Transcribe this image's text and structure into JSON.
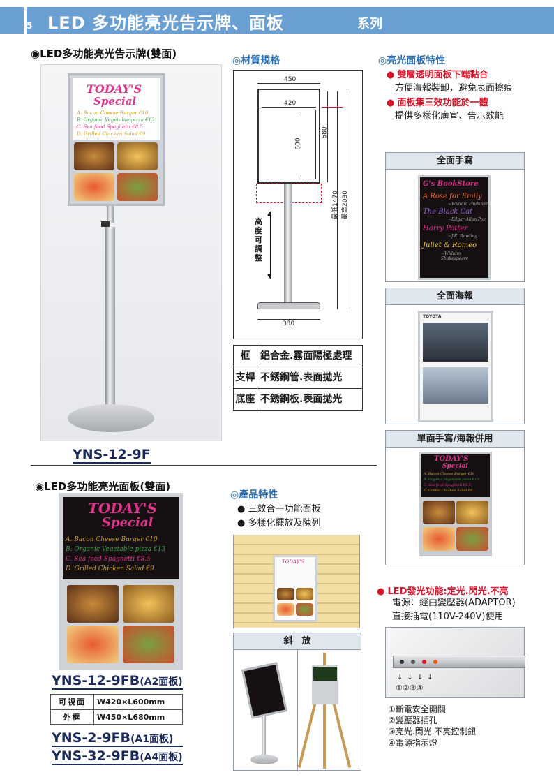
{
  "header": {
    "page_number": "5",
    "title": "LED 多功能亮光告示牌、面板",
    "series": "系列"
  },
  "sign_section": {
    "title": "◉LED多功能亮光告示牌(雙面)",
    "model": "YNS-12-9F",
    "board_lines": [
      "TODAY'S",
      "Special",
      "A. Bacon Cheese Burger €10",
      "B. Organic Vegetable pizza €13",
      "C. Sea food Spaghetti €8.5",
      "D. Grilled Chicken Salad €9"
    ]
  },
  "material": {
    "title": "◎材質規格",
    "dims": {
      "w_outer": "450",
      "w_inner": "420",
      "h_inner": "600",
      "h_outer": "680",
      "h_min": "最低1470",
      "h_max": "最高2030",
      "base_w": "330",
      "adjust": "高度可調整"
    },
    "rows": [
      {
        "key": "框",
        "value": "鋁合金.霧面陽極處理"
      },
      {
        "key": "支桿",
        "value": "不銹鋼管.表面拋光"
      },
      {
        "key": "底座",
        "value": "不銹鋼板.表面拋光"
      }
    ]
  },
  "features": {
    "title": "◎亮光面板特性",
    "items": [
      {
        "bold": "雙層透明面板下端黏合",
        "rest": "方便海報裝卸，避免表面擦痕"
      },
      {
        "bold": "面板集三效功能於一體",
        "rest": "提供多樣化廣宣、告示效能"
      }
    ]
  },
  "panels": {
    "handwrite": "全面手寫",
    "poster": "全面海報",
    "combo": "單面手寫/海報併用",
    "books": [
      "G's BookStore",
      "A Rose for Emily",
      "~William Faulkner",
      "The Black Cat",
      "~Edgar Allan Poe",
      "Harry Potter",
      "~J.K. Rowling",
      "Juliet & Romeo",
      "~William Shakespeare"
    ],
    "poster_brand": "TOYOTA"
  },
  "panel_section": {
    "title": "◉LED多功能亮光面板(雙面)",
    "model_main": "YNS-12-9FB",
    "model_main_sub": "(A2面板)",
    "spec": [
      {
        "key": "可視面",
        "value": "W420×L600mm"
      },
      {
        "key": "外框",
        "value": "W450×L680mm"
      }
    ],
    "model_a1": "YNS-2-9FB",
    "model_a1_sub": "(A1面板)",
    "model_a4": "YNS-32-9FB",
    "model_a4_sub": "(A4面板)"
  },
  "product_features": {
    "title": "◎產品特性",
    "items": [
      "三效合一功能面板",
      "多樣化擺放及陳列"
    ],
    "tilt_label": "斜　放"
  },
  "led": {
    "title": "LED發光功能:定光.閃光.不亮",
    "line1": "電源：經由變壓器(ADAPTOR)",
    "line2": "直接插電(110V-240V)使用",
    "markers": "①②③④",
    "legend": [
      "①斷電安全開關",
      "②變壓器插孔",
      "③亮光.閃光.不亮控制鈕",
      "④電源指示燈"
    ]
  },
  "colors": {
    "header": "#6a9fd3",
    "accent_red": "#d8142a",
    "accent_blue": "#2a6fb5"
  }
}
